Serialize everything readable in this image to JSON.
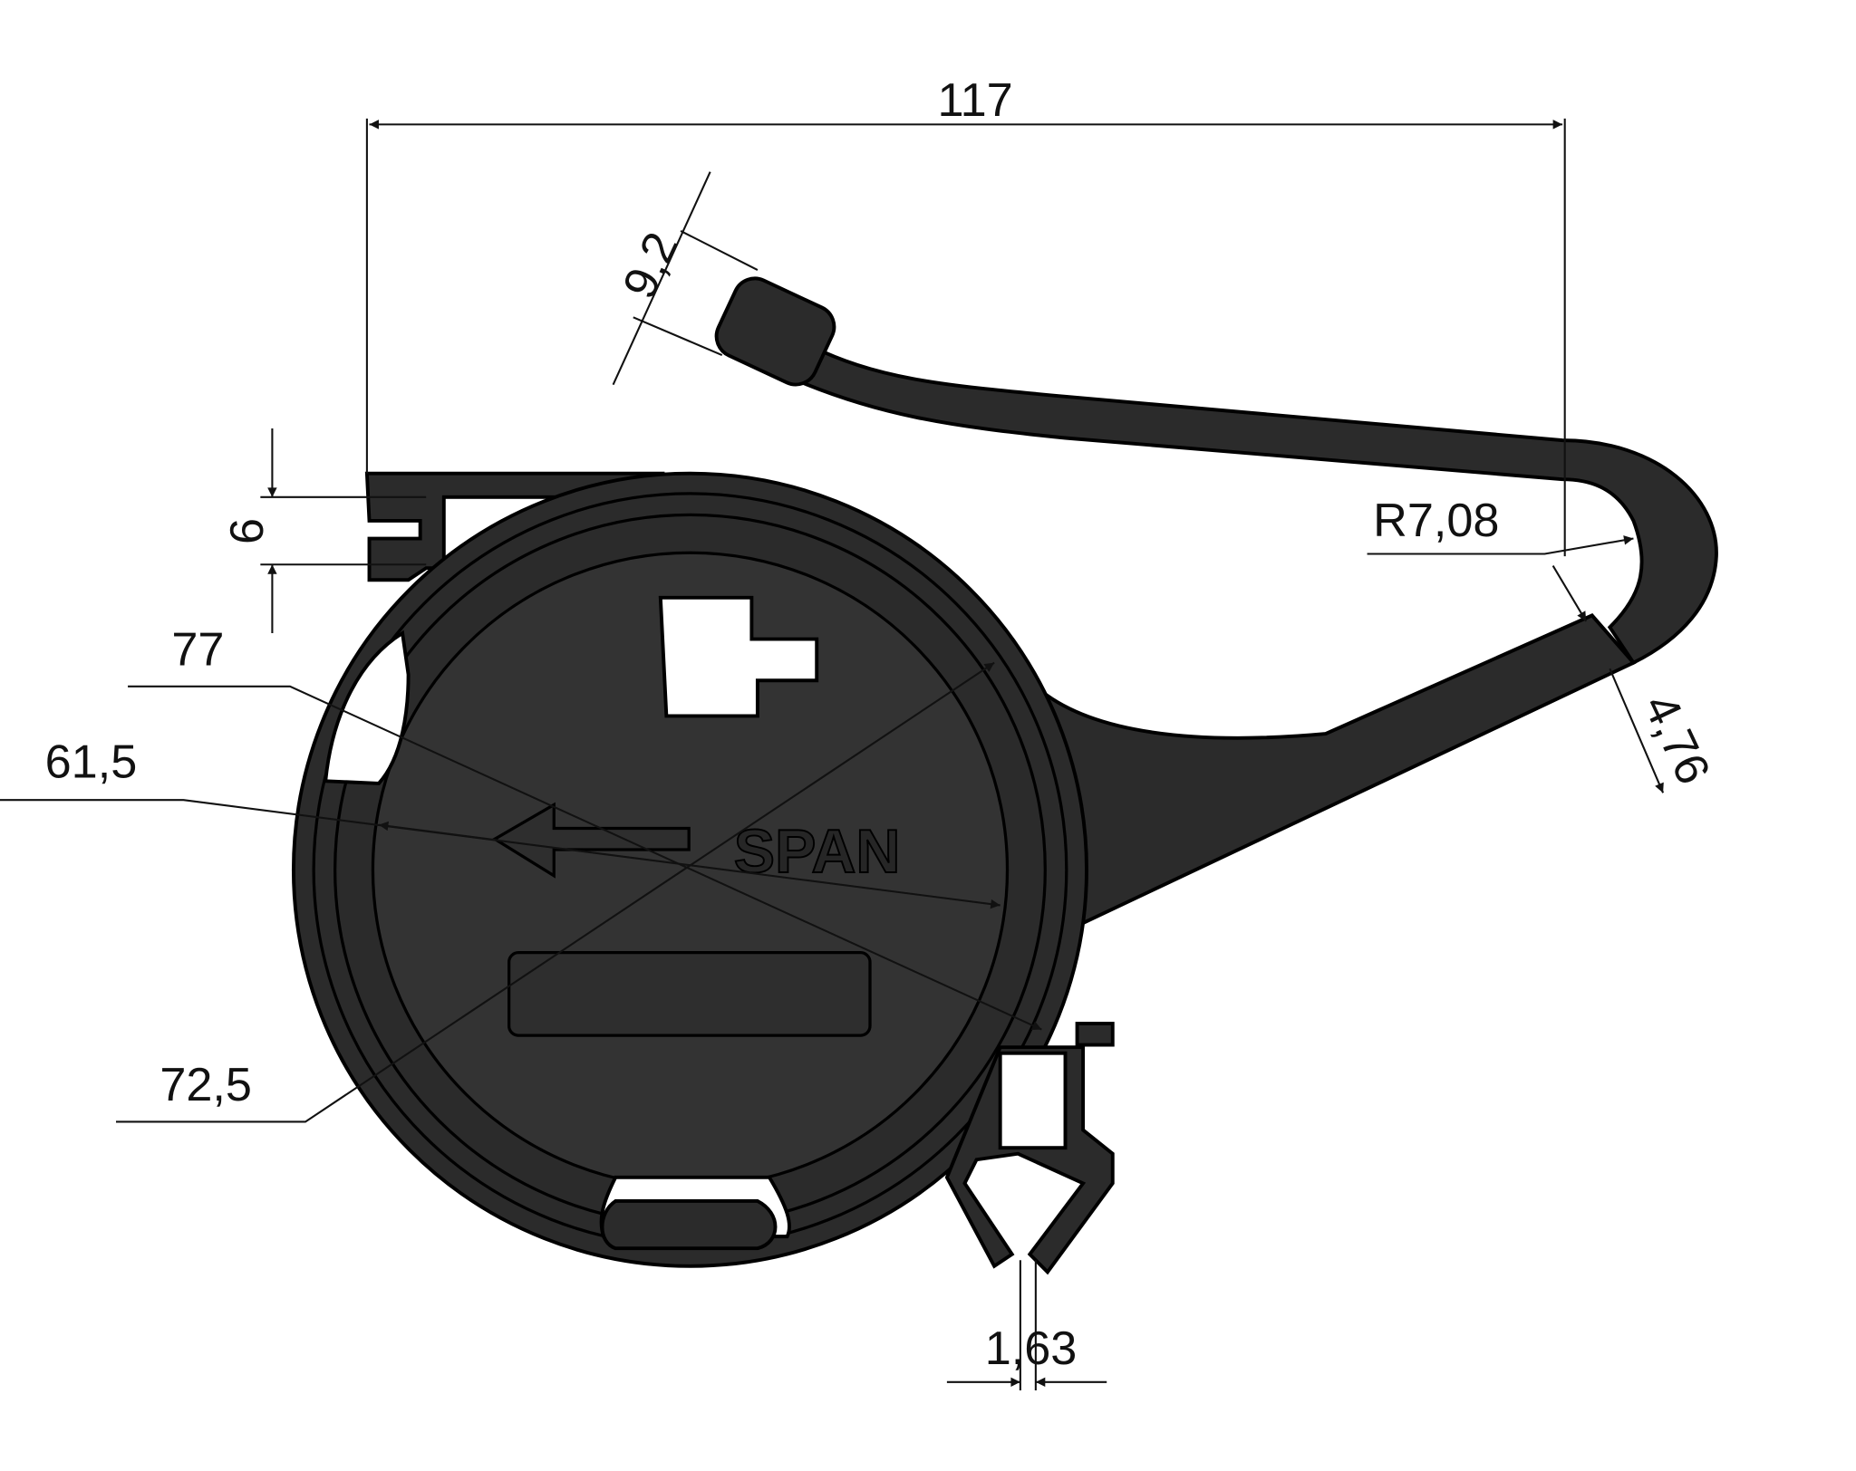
{
  "drawing": {
    "part_label": "SPAN",
    "dimensions": {
      "overall_width": "117",
      "tip_width": "9,2",
      "slot_height": "6",
      "outer_diameter": "77",
      "inner_diameter": "61,5",
      "ring_diameter": "72,5",
      "hook_radius": "R7,08",
      "arm_thickness": "4,76",
      "gap_width": "1,63"
    },
    "colors": {
      "part": "#2b2b2b",
      "lines": "#111111",
      "background": "#ffffff"
    }
  }
}
